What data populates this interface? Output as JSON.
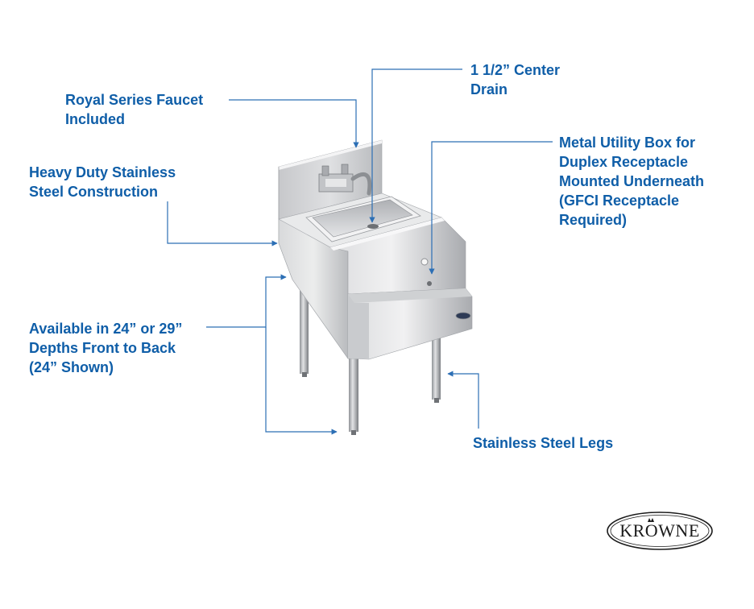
{
  "callouts": {
    "faucet": [
      "Royal Series Faucet",
      "Included"
    ],
    "drain": [
      "1 1/2” Center",
      "Drain"
    ],
    "utility_box": [
      "Metal Utility Box for",
      "Duplex Receptacle",
      "Mounted Underneath",
      "(GFCI Receptacle",
      "Required)"
    ],
    "construction": [
      "Heavy Duty Stainless",
      "Steel Construction"
    ],
    "depths": [
      "Available in 24” or 29”",
      "Depths Front to Back",
      "(24” Shown)"
    ],
    "legs": [
      "Stainless Steel Legs"
    ]
  },
  "brand": {
    "name": "KROWNE"
  },
  "colors": {
    "callout_text": "#0f5ea8",
    "leader_line": "#2c6fb5"
  }
}
